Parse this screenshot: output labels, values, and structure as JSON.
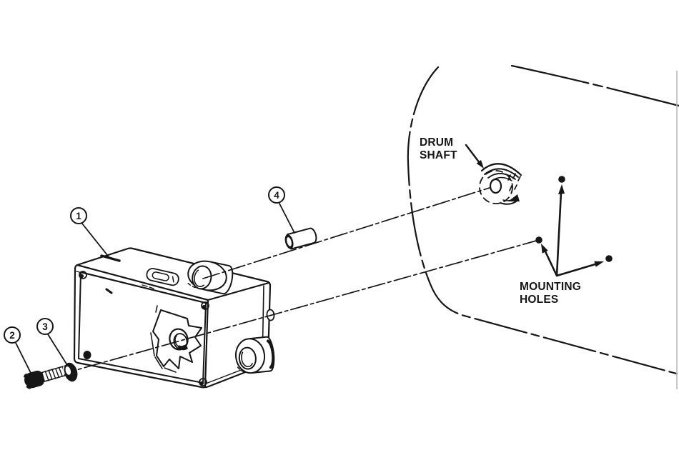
{
  "colors": {
    "background": "#ffffff",
    "ink": "#161616",
    "scan_edge": "#b5b5b5"
  },
  "labels": {
    "drum_shaft": {
      "line1": "DRUM",
      "line2": "SHAFT"
    },
    "mounting_holes": {
      "line1": "MOUNTING",
      "line2": "HOLES"
    }
  },
  "callouts": [
    {
      "number": "1"
    },
    {
      "number": "2"
    },
    {
      "number": "3"
    },
    {
      "number": "4"
    }
  ]
}
